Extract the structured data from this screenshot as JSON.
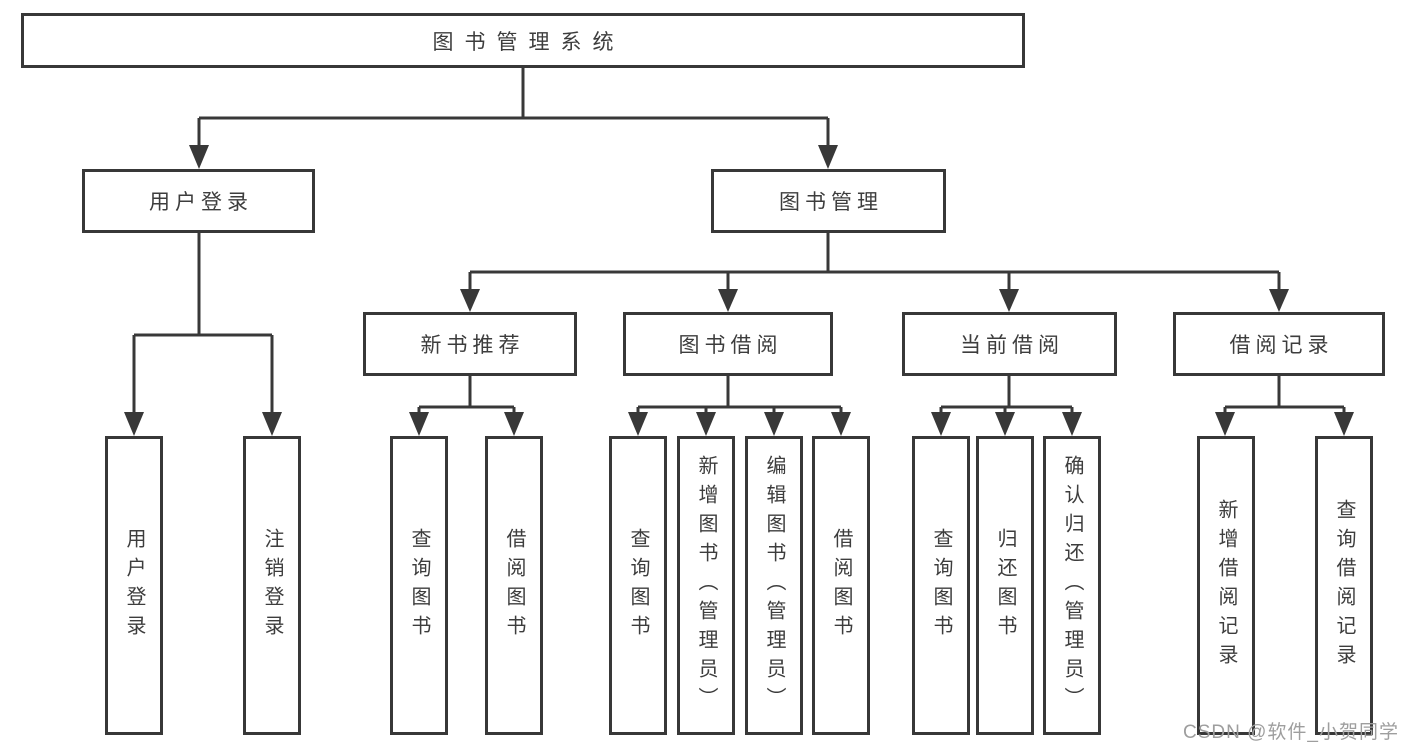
{
  "diagram_type": "feature-tree",
  "colors": {
    "line": "#383838",
    "text": "#3d3d3d",
    "watermark": "#9e9e9e",
    "background": "#ffffff"
  },
  "tree": {
    "root": {
      "label": "图书管理系统"
    },
    "branches": [
      {
        "label": "用户登录",
        "leaves": [
          {
            "label": "用户登录"
          },
          {
            "label": "注销登录"
          }
        ]
      },
      {
        "label": "图书管理",
        "groups": [
          {
            "label": "新书推荐",
            "leaves": [
              {
                "label": "查询图书"
              },
              {
                "label": "借阅图书"
              }
            ]
          },
          {
            "label": "图书借阅",
            "leaves": [
              {
                "label": "查询图书"
              },
              {
                "label": "新增图书（管理员）"
              },
              {
                "label": "编辑图书（管理员）"
              },
              {
                "label": "借阅图书"
              }
            ]
          },
          {
            "label": "当前借阅",
            "leaves": [
              {
                "label": "查询图书"
              },
              {
                "label": "归还图书"
              },
              {
                "label": "确认归还（管理员）"
              }
            ]
          },
          {
            "label": "借阅记录",
            "leaves": [
              {
                "label": "新增借阅记录"
              },
              {
                "label": "查询借阅记录"
              }
            ]
          }
        ]
      }
    ]
  },
  "watermark": {
    "text": "CSDN @软件_小贺同学"
  }
}
